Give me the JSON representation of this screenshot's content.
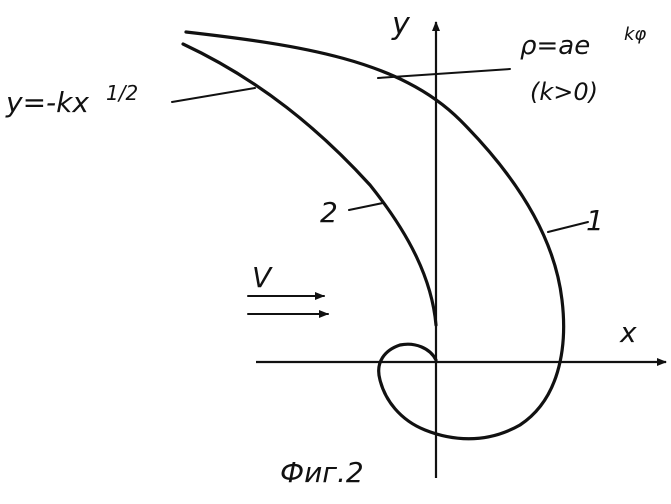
{
  "figure": {
    "axis_x_label": "x",
    "axis_y_label": "y",
    "formula_spiral": "ρ=ae^{kφ}",
    "formula_spiral_base": "ρ=ae",
    "formula_spiral_exp": "kφ",
    "formula_condition": "(k>0)",
    "formula_parabola_left": "y=-kx",
    "formula_parabola_exp": "1/2",
    "curve_1_label": "1",
    "curve_2_label": "2",
    "flow_label": "V",
    "caption": "Фиг.2"
  },
  "colors": {
    "ink": "#111111",
    "background": "#ffffff"
  }
}
